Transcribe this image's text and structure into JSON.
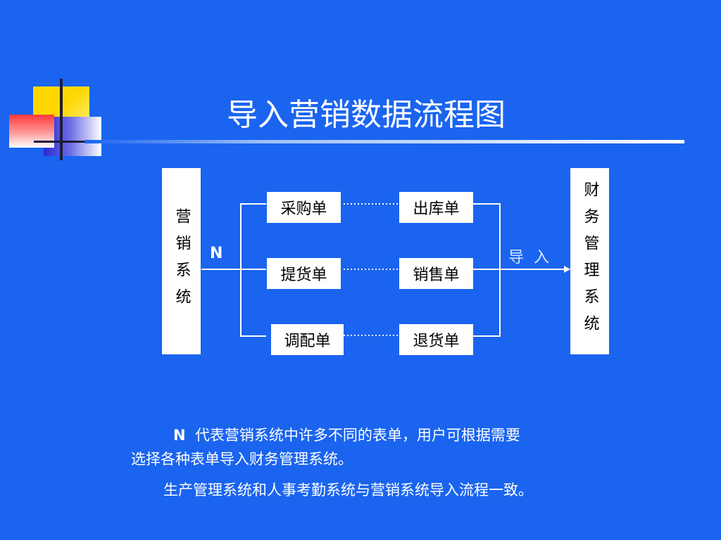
{
  "title": "导入营销数据流程图",
  "left_system": "营销系统",
  "right_system": "财务管理系统",
  "n_label": "N",
  "import_label": "导入",
  "forms": {
    "row1_left": "采购单",
    "row1_right": "出库单",
    "row2_left": "提货单",
    "row2_right": "销售单",
    "row3_left": "调配单",
    "row3_right": "退货单"
  },
  "notes": {
    "n_symbol": "N",
    "line1_rest": "代表营销系统中许多不同的表单，用户可根据需要",
    "line2": "选择各种表单导入财务管理系统。",
    "line3": "生产管理系统和人事考勤系统与营销系统导入流程一致。"
  },
  "colors": {
    "background": "#1a64f0",
    "box_fill": "#ffffff",
    "line": "#ffffff",
    "deco_yellow": "#ffd700",
    "deco_red": "#ff3a3a",
    "deco_blue": "#2a2ad0"
  }
}
